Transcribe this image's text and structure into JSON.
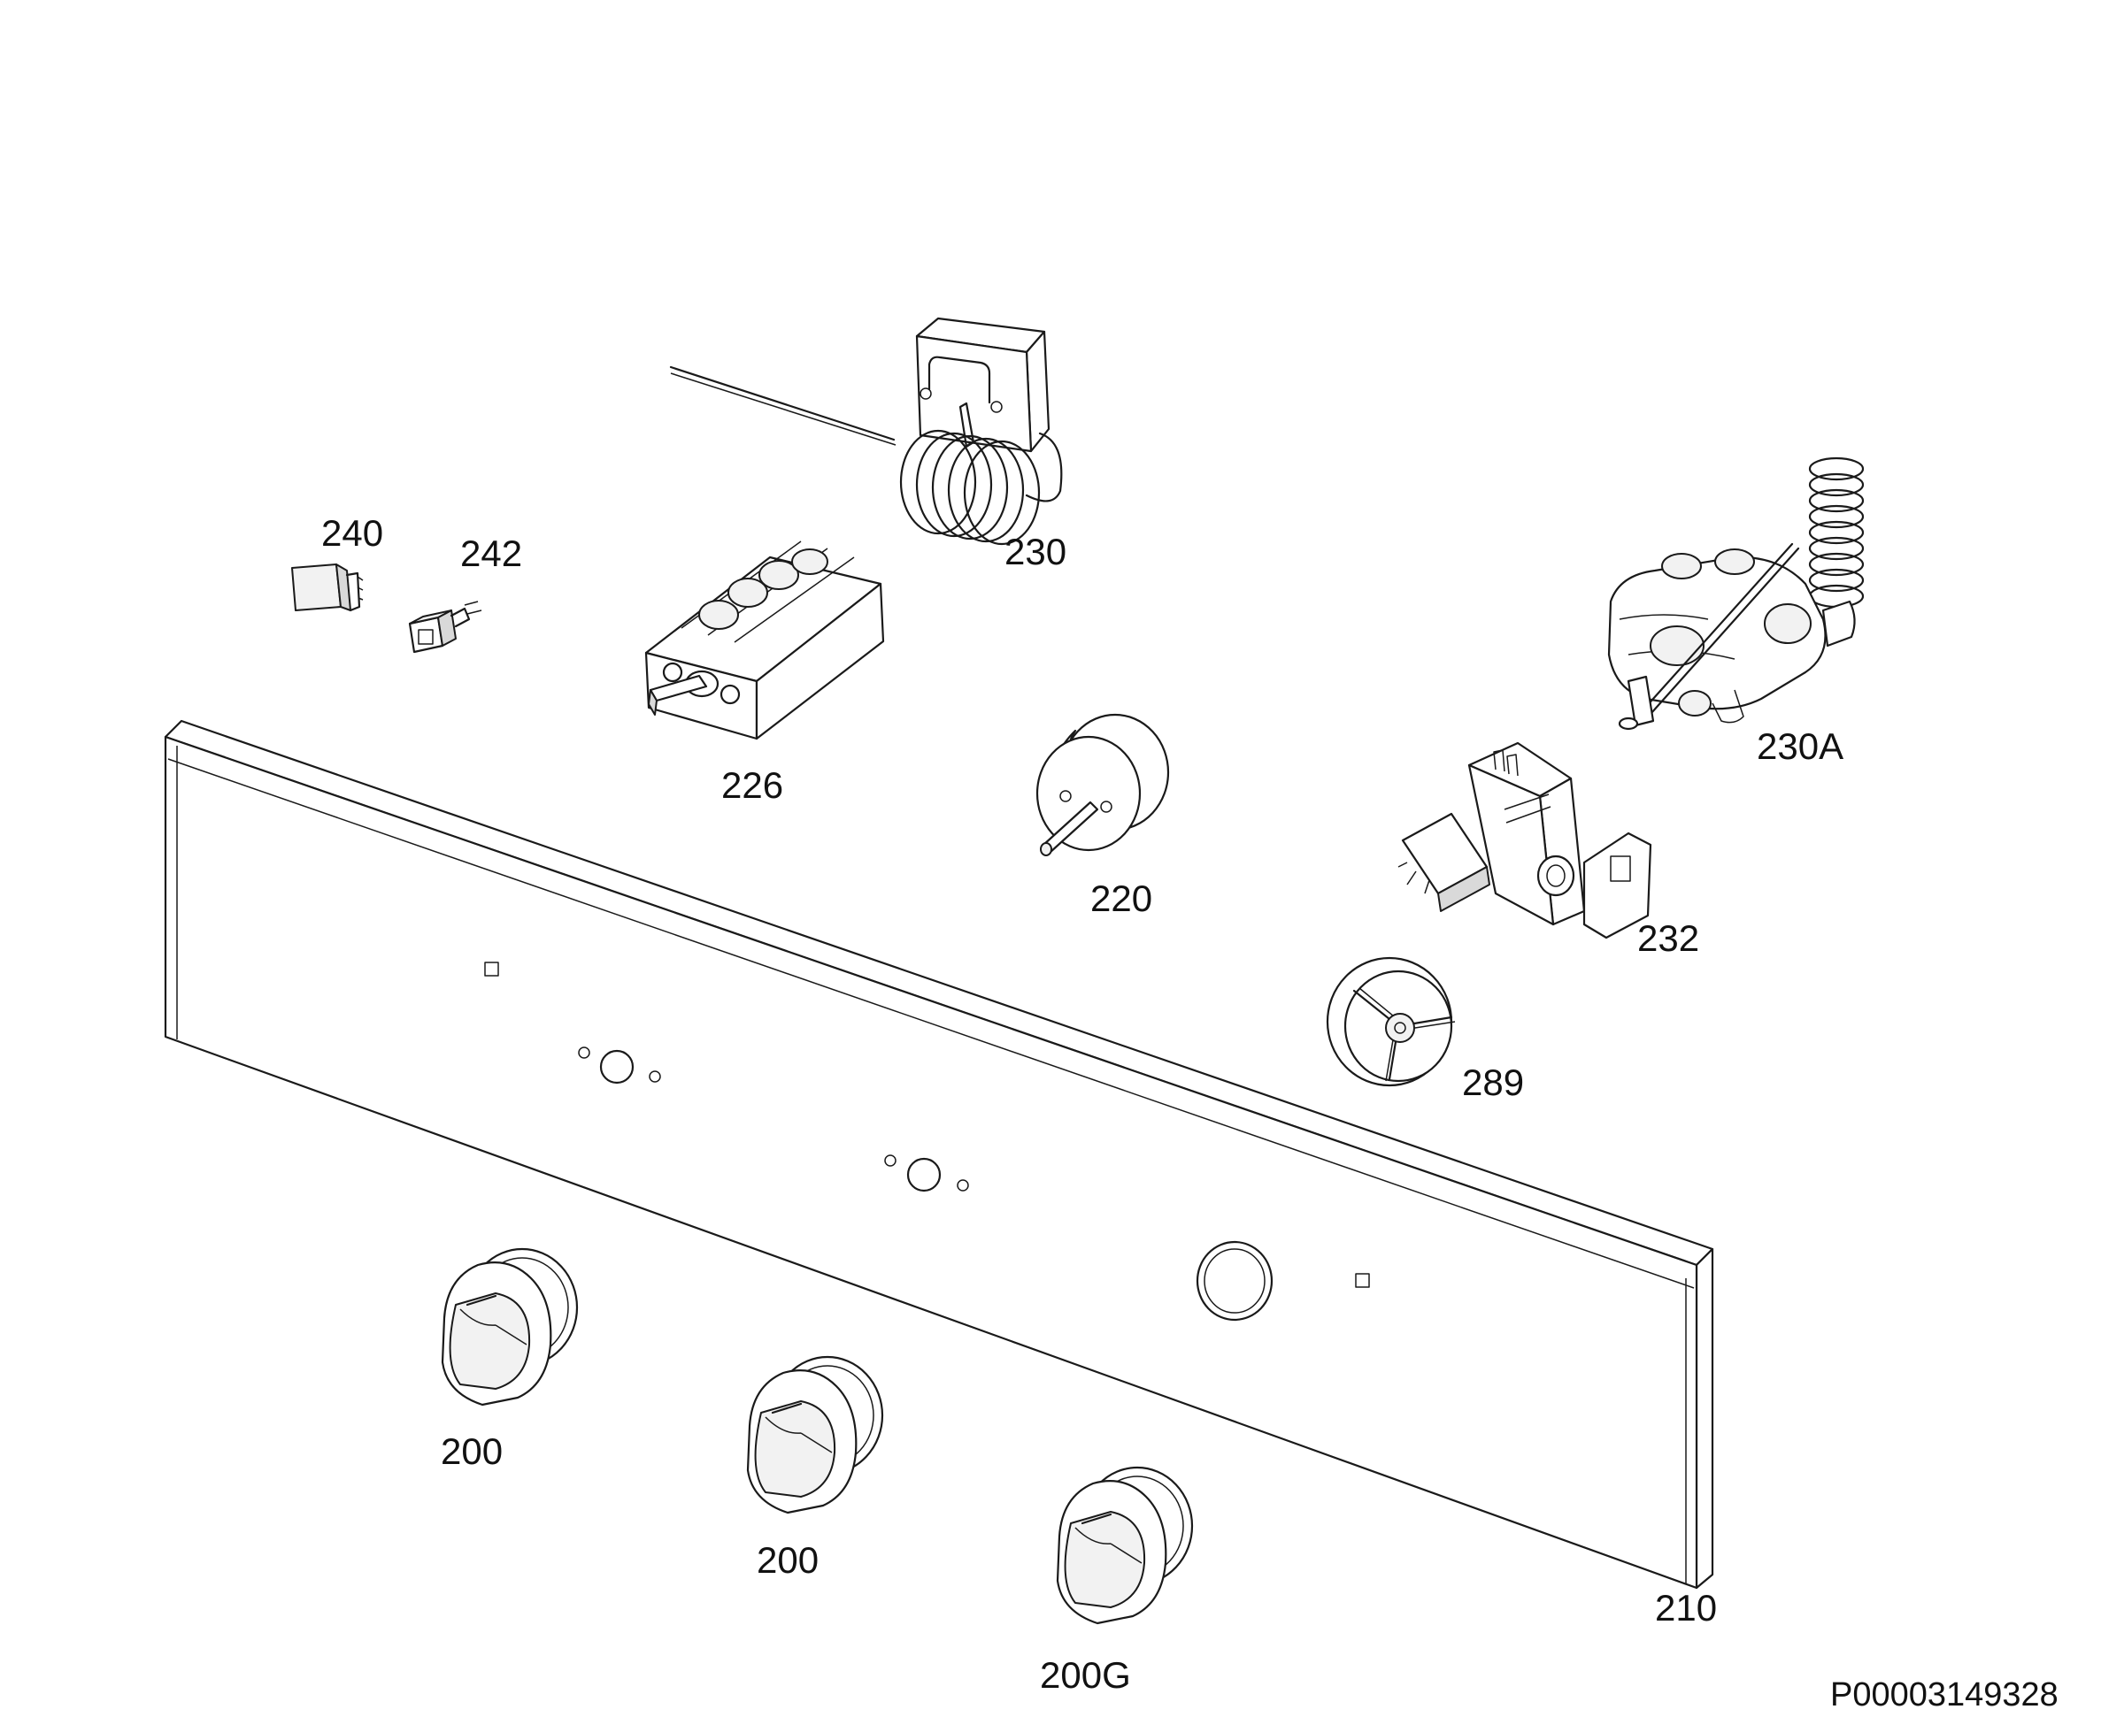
{
  "diagram": {
    "document_code": "P00003149328",
    "part_labels": {
      "p240": "240",
      "p242": "242",
      "p230": "230",
      "p226": "226",
      "p230a": "230A",
      "p220": "220",
      "p232": "232",
      "p289": "289",
      "p200a": "200",
      "p200b": "200",
      "p200g": "200G",
      "p210": "210"
    }
  }
}
